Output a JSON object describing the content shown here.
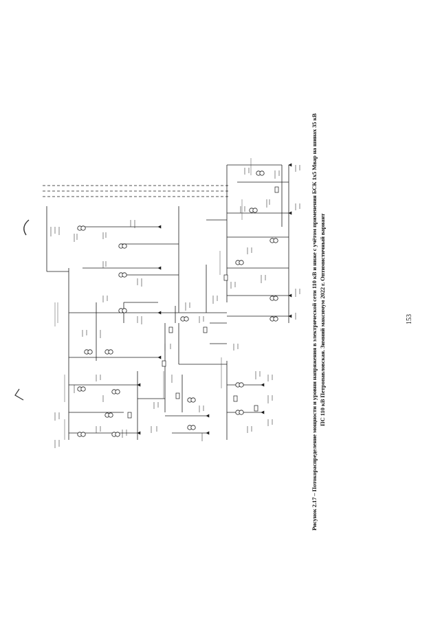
{
  "caption": {
    "line1": "Рисунок 2.17 – Потокораспределение мощности и уровни напряжения в электрической сети 110 кВ и ниже с учётом применения БСК 1х5 Мвар на шинах 35 кВ",
    "line2": "ПС 110 кВ Петропавловская. Зимний максимум 2022 г. Оптимистичный вариант"
  },
  "page_number": "153",
  "colors": {
    "ink": "#1a1a1a",
    "paper": "#ffffff"
  }
}
